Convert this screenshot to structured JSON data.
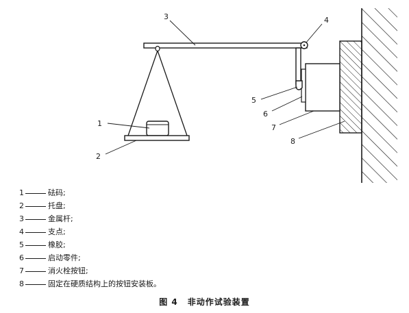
{
  "callouts": [
    {
      "number": "1"
    },
    {
      "number": "2"
    },
    {
      "number": "3"
    },
    {
      "number": "4"
    },
    {
      "number": "5"
    },
    {
      "number": "6"
    },
    {
      "number": "7"
    },
    {
      "number": "8"
    }
  ],
  "legend": [
    {
      "number": "1",
      "text": "砝码;"
    },
    {
      "number": "2",
      "text": "托盘;"
    },
    {
      "number": "3",
      "text": "金属杆;"
    },
    {
      "number": "4",
      "text": "支点;"
    },
    {
      "number": "5",
      "text": "橡胶;"
    },
    {
      "number": "6",
      "text": "启动零件;"
    },
    {
      "number": "7",
      "text": "消火栓按钮;"
    },
    {
      "number": "8",
      "text": "固定在硬质结构上的按钮安装板。"
    }
  ],
  "caption": {
    "figure_number": "图 4",
    "title": "非动作试验装置"
  }
}
